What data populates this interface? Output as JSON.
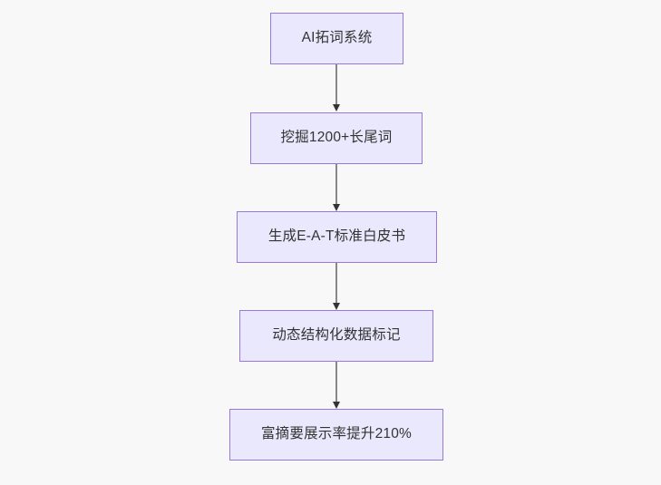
{
  "diagram": {
    "type": "flowchart",
    "direction": "top-to-bottom",
    "background_color": "#f8f8f8",
    "node_fill_color": "#e9e8fc",
    "node_border_color": "#9a78d8",
    "node_text_color": "#333333",
    "connector_color": "#888888",
    "arrowhead_color": "#333333",
    "nodes": [
      {
        "id": "n1",
        "label": "AI拓词系统"
      },
      {
        "id": "n2",
        "label": "挖掘1200+长尾词"
      },
      {
        "id": "n3",
        "label": "生成E-A-T标准白皮书"
      },
      {
        "id": "n4",
        "label": "动态结构化数据标记"
      },
      {
        "id": "n5",
        "label": "富摘要展示率提升210%"
      }
    ],
    "edges": [
      {
        "from": "n1",
        "to": "n2"
      },
      {
        "from": "n2",
        "to": "n3"
      },
      {
        "from": "n3",
        "to": "n4"
      },
      {
        "from": "n4",
        "to": "n5"
      }
    ]
  }
}
